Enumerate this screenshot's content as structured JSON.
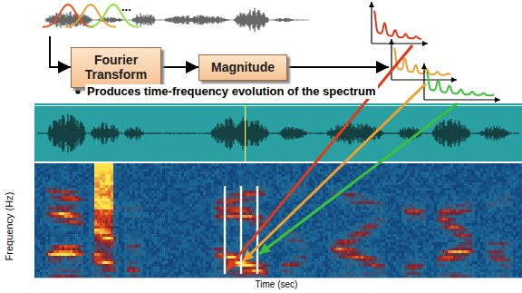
{
  "diagram": {
    "nodes": [
      {
        "text": [
          "Fourier Transform"
        ]
      },
      {
        "text": [
          "Magnitude"
        ]
      }
    ],
    "edges": [
      {
        "from": 0,
        "to": 1,
        "arrow": "to"
      }
    ],
    "labels": [
      "...",
      "Produces time-frequency evolution of the spectrum",
      "Frequency (Hz)",
      "Time (sec)"
    ]
  }
}
